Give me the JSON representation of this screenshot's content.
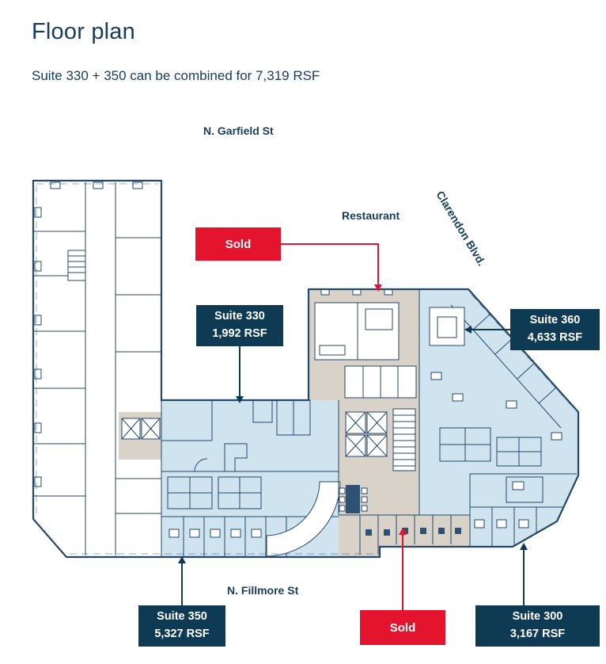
{
  "page": {
    "title": "Floor plan",
    "subtitle": "Suite 330 + 350 can be combined for 7,319 RSF"
  },
  "streets": {
    "garfield": "N. Garfield St",
    "clarendon": "Clarendon Blvd.",
    "fillmore": "N. Fillmore St"
  },
  "plan_labels": {
    "restaurant": "Restaurant"
  },
  "callouts": {
    "sold_top": {
      "label": "Sold"
    },
    "sold_bottom": {
      "label": "Sold"
    },
    "suite_330": {
      "name": "Suite 330",
      "rsf": "1,992 RSF"
    },
    "suite_360": {
      "name": "Suite 360",
      "rsf": "4,633 RSF"
    },
    "suite_350": {
      "name": "Suite 350",
      "rsf": "5,327 RSF"
    },
    "suite_300": {
      "name": "Suite 300",
      "rsf": "3,167 RSF"
    }
  },
  "colors": {
    "sold_red": "#e4142e",
    "suite_navy": "#0e3a53",
    "available_blue": "#cfe4ef",
    "leased_tan": "#d9d2c8",
    "line_navy": "#24486a",
    "text_navy": "#173d5c"
  }
}
